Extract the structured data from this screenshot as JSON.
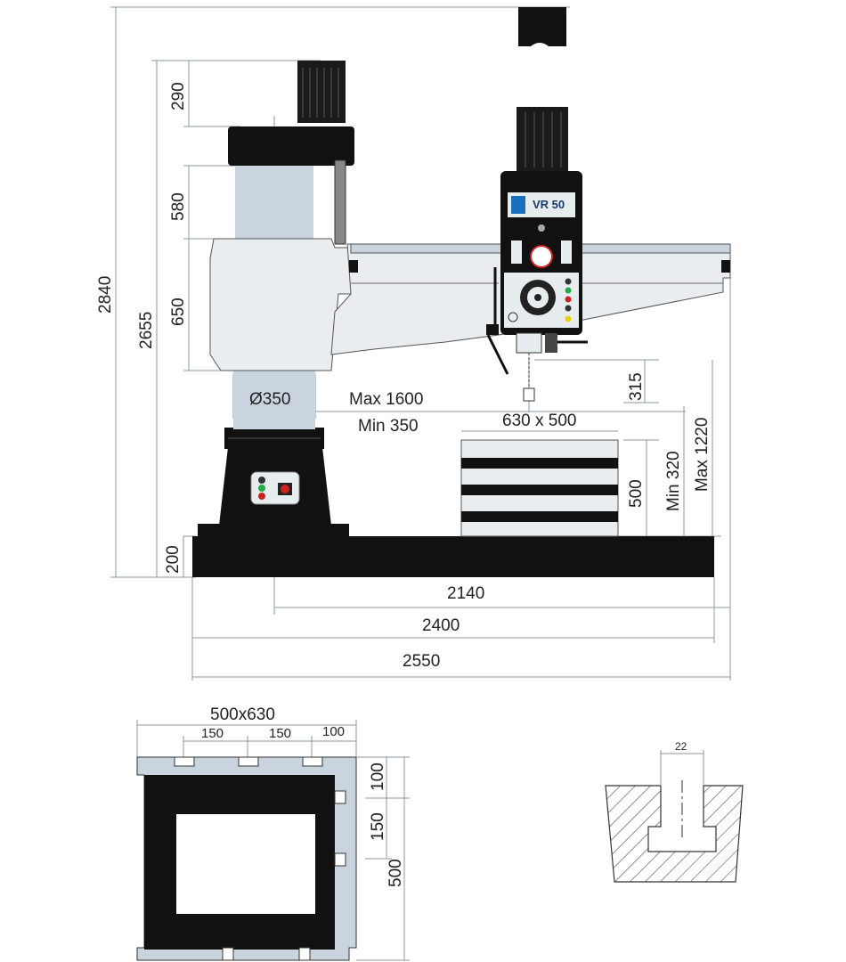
{
  "machine": {
    "model_label": "VR 50"
  },
  "dimensions": {
    "total_height": "2840",
    "column_height": "2655",
    "motor_height": "290",
    "upper_column": "580",
    "arm_carriage": "650",
    "base_height": "200",
    "column_diameter": "Ø350",
    "reach_max": "Max 1600",
    "reach_min": "Min 350",
    "spindle_to_table_top": "315",
    "table_size": "630 x 500",
    "table_height": "500",
    "spindle_min": "Min 320",
    "spindle_max": "Max 1220",
    "base_to_spindle": "2140",
    "base_length": "2400",
    "overall_length": "2550"
  },
  "table_section": {
    "title": "500x630",
    "slot_spacing_1": "150",
    "slot_spacing_2": "150",
    "slot_edge": "100",
    "side_100": "100",
    "side_150": "150",
    "side_500": "500"
  },
  "tslot_detail": {
    "width": "22"
  },
  "colors": {
    "machine_dark": "#111111",
    "machine_light": "#dde3e8",
    "column_blue": "#c9d4de",
    "dim_line": "#8a9aa6",
    "brand_blue": "#1a3a6a",
    "button_red": "#cc2222",
    "button_green": "#22aa44",
    "button_yellow": "#e8d000"
  }
}
